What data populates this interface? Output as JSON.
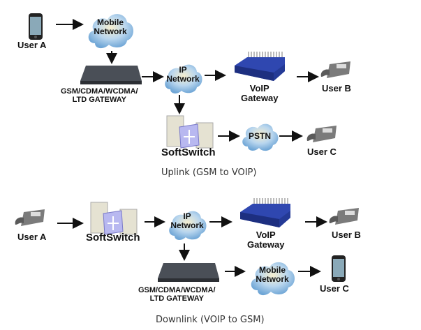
{
  "uplink": {
    "caption": "Uplink (GSM to VOIP)",
    "user_a": "User A",
    "mobile_network": [
      "Mobile",
      "Network"
    ],
    "gsm_gateway": [
      "GSM/CDMA/WCDMA/",
      "LTD GATEWAY"
    ],
    "ip_network": [
      "IP",
      "Network"
    ],
    "voip_gateway": [
      "VoIP",
      "Gateway"
    ],
    "user_b": "User B",
    "softswitch": "SoftSwitch",
    "pstn": "PSTN",
    "user_c": "User C"
  },
  "downlink": {
    "caption": "Downlink (VOIP to GSM)",
    "user_a": "User A",
    "softswitch": "SoftSwitch",
    "ip_network": [
      "IP",
      "Network"
    ],
    "voip_gateway": [
      "VoIP",
      "Gateway"
    ],
    "user_b": "User B",
    "gsm_gateway": [
      "GSM/CDMA/WCDMA/",
      "LTD GATEWAY"
    ],
    "mobile_network": [
      "Mobile",
      "Network"
    ],
    "user_c": "User C"
  },
  "colors": {
    "cloud": "#a9cdea",
    "voip_gateway": "#2f47b0",
    "gsm_gateway": "#3a3e45",
    "arrow": "#111111"
  }
}
